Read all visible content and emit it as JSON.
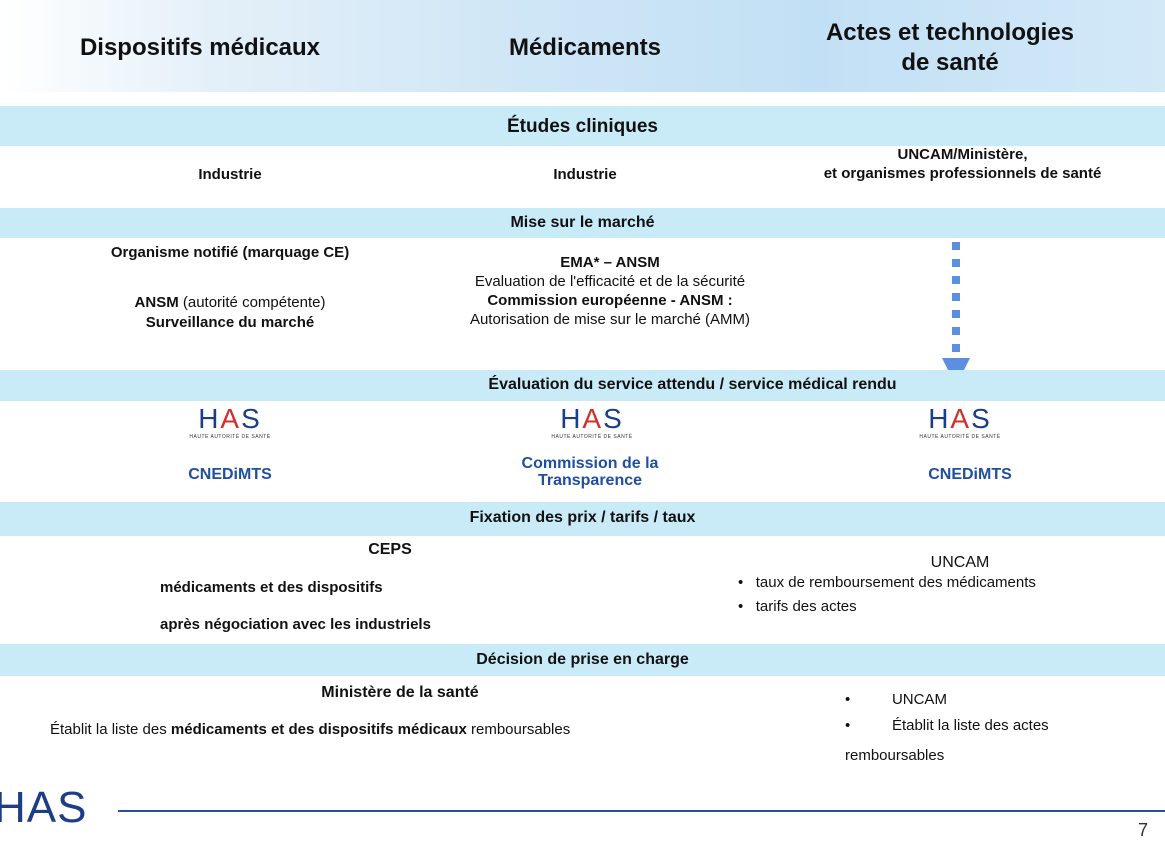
{
  "header": {
    "col1": "Dispositifs médicaux",
    "col2": "Médicaments",
    "col3_line1": "Actes et technologies",
    "col3_line2": "de santé"
  },
  "bands": {
    "etudes": "Études cliniques",
    "mise": "Mise sur le marché",
    "evaluation": "Évaluation du service attendu / service médical rendu",
    "fixation": "Fixation des prix / tarifs / taux",
    "decision": "Décision de prise en charge"
  },
  "etudes": {
    "col1": "Industrie",
    "col2": "Industrie",
    "col3_line1": "UNCAM/Ministère,",
    "col3_line2": "et organismes professionnels de santé"
  },
  "mise": {
    "col1_line1": "Organisme notifié (marquage CE)",
    "col1_ansm": "ANSM",
    "col1_ansm_rest": " (autorité compétente)",
    "col1_line3": "Surveillance du marché",
    "col2_line1": "EMA* – ANSM",
    "col2_line2": "Evaluation de l'efficacité et de la sécurité",
    "col2_line3": "Commission européenne - ANSM :",
    "col2_line4": "Autorisation de mise sur le marché (AMM)"
  },
  "evaluation": {
    "logo_letters_1": "H",
    "logo_letters_2": "A",
    "logo_letters_3": "S",
    "logo_tagline": "HAUTE AUTORITÉ DE SANTÉ",
    "col1": "CNEDiMTS",
    "col2_line1": "Commission de la",
    "col2_line2": "Transparence",
    "col3": "CNEDiMTS"
  },
  "fixation": {
    "col1_title": "CEPS",
    "col1_line1": "médicaments et des dispositifs",
    "col1_line2": "après négociation avec les industriels",
    "col3_title": "UNCAM",
    "col3_items": [
      "taux de remboursement des médicaments",
      "tarifs des actes"
    ]
  },
  "decision": {
    "col1_title": "Ministère de la santé",
    "col1_pre": "Établit la liste des ",
    "col1_bold": "médicaments et des dispositifs médicaux",
    "col1_post": " remboursables",
    "col3_item1": "UNCAM",
    "col3_item2_line1": "Établit la liste des actes",
    "col3_item2_line2": "remboursables"
  },
  "footer": {
    "logo": "HAS",
    "page_number": "7"
  },
  "colors": {
    "band": "#c9ebf7",
    "arrow": "#5b8fe0",
    "has_blue": "#1c3e86",
    "has_red": "#d0302a",
    "rule": "#2c4f8f"
  }
}
